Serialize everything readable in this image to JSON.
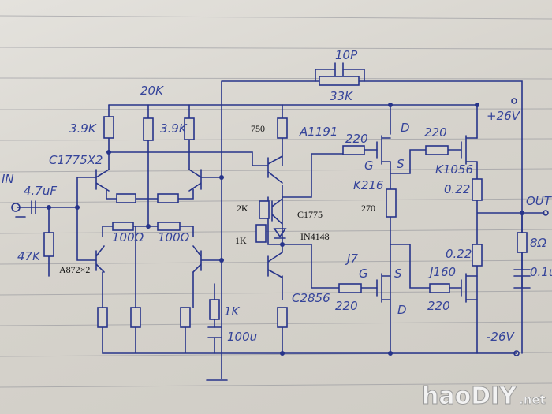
{
  "labels": {
    "input": "IN",
    "input_cap": "4.7uF",
    "input_res": "47K",
    "diff_pair": "C1775X2",
    "current_mirror": "A872×2",
    "r_left": "3.9K",
    "r_mid": "20K",
    "r_right": "3.9K",
    "r_100_left": "100Ω",
    "r_100_right": "100Ω",
    "r_1k": "1K",
    "cap_100u": "100u",
    "r_750": "750",
    "q_a1191": "A1191",
    "r_2k": "2K",
    "pot_1k": "1K",
    "q_c1775": "C1775",
    "diode": "IN4148",
    "q_c2856": "C2856",
    "fb_cap": "10P",
    "fb_res": "33K",
    "gate_r1": "220",
    "gate_r2": "220",
    "gate_r3": "220",
    "gate_r4": "220",
    "top_d": "D",
    "top_g": "G",
    "top_s": "S",
    "mos_k216": "K216",
    "mos_k1056": "K1056",
    "mos_j7": "J7",
    "bot_g": "G",
    "bot_s": "S",
    "bot_d": "D",
    "mos_j160": "J160",
    "r_270": "270",
    "r_022_top": "0.22",
    "r_022_bot": "0.22",
    "vpos": "+26V",
    "vneg": "-26V",
    "out": "OUT",
    "load_r": "8Ω",
    "load_c": "0.1u"
  },
  "watermark": {
    "main": "haoDIY",
    "suffix": ".net"
  },
  "colors": {
    "ink": "#27348a",
    "paper": "#d8d5cf"
  }
}
